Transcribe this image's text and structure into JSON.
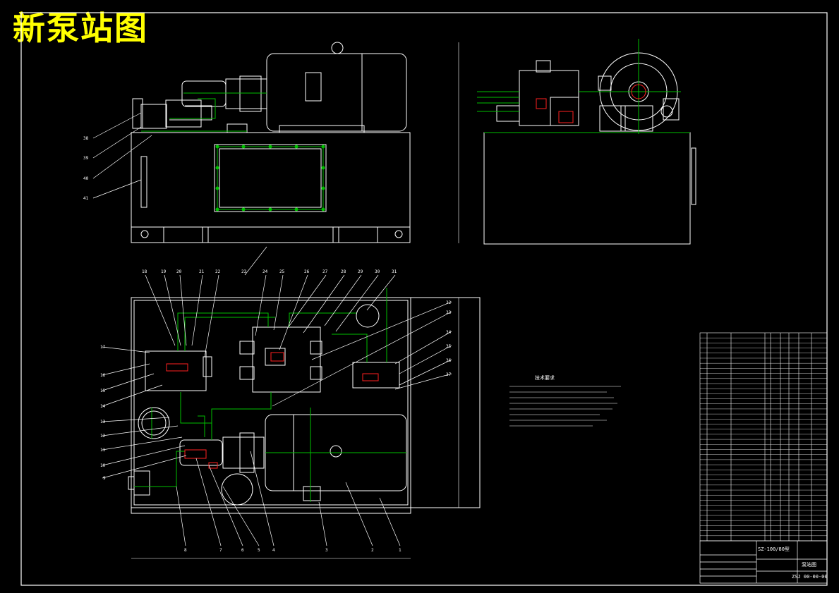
{
  "title": "新泵站图",
  "front_view_labels": [
    "38",
    "39",
    "40",
    "41"
  ],
  "top_view_labels_top": [
    "18",
    "19",
    "20",
    "21",
    "22",
    "23",
    "24",
    "25",
    "26",
    "27",
    "28",
    "29",
    "30",
    "31"
  ],
  "top_view_labels_left": [
    "17",
    "16",
    "15",
    "14",
    "13",
    "12",
    "11",
    "10",
    "9"
  ],
  "top_view_labels_right": [
    "32",
    "33",
    "34",
    "35",
    "36",
    "37"
  ],
  "top_view_labels_bottom": [
    "8",
    "7",
    "6",
    "5",
    "4",
    "3",
    "2",
    "1"
  ],
  "notes_title": "技术要求",
  "title_block": {
    "model": "SZ-100/80型",
    "name": "泵站图",
    "code": "ZSJ 00-00-00"
  }
}
